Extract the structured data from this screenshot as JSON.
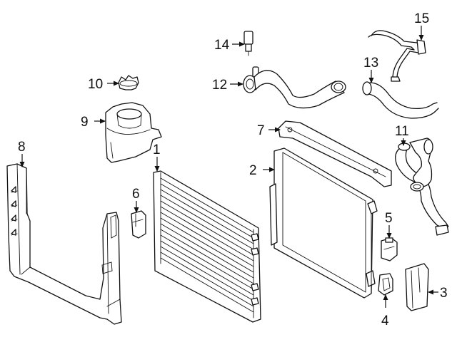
{
  "diagram": {
    "callouts": [
      {
        "id": "1",
        "label": "1"
      },
      {
        "id": "2",
        "label": "2"
      },
      {
        "id": "3",
        "label": "3"
      },
      {
        "id": "4",
        "label": "4"
      },
      {
        "id": "5",
        "label": "5"
      },
      {
        "id": "6",
        "label": "6"
      },
      {
        "id": "7",
        "label": "7"
      },
      {
        "id": "8",
        "label": "8"
      },
      {
        "id": "9",
        "label": "9"
      },
      {
        "id": "10",
        "label": "10"
      },
      {
        "id": "11",
        "label": "11"
      },
      {
        "id": "12",
        "label": "12"
      },
      {
        "id": "13",
        "label": "13"
      },
      {
        "id": "14",
        "label": "14"
      },
      {
        "id": "15",
        "label": "15"
      }
    ],
    "line_color": "#111111",
    "background_color": "#ffffff"
  }
}
